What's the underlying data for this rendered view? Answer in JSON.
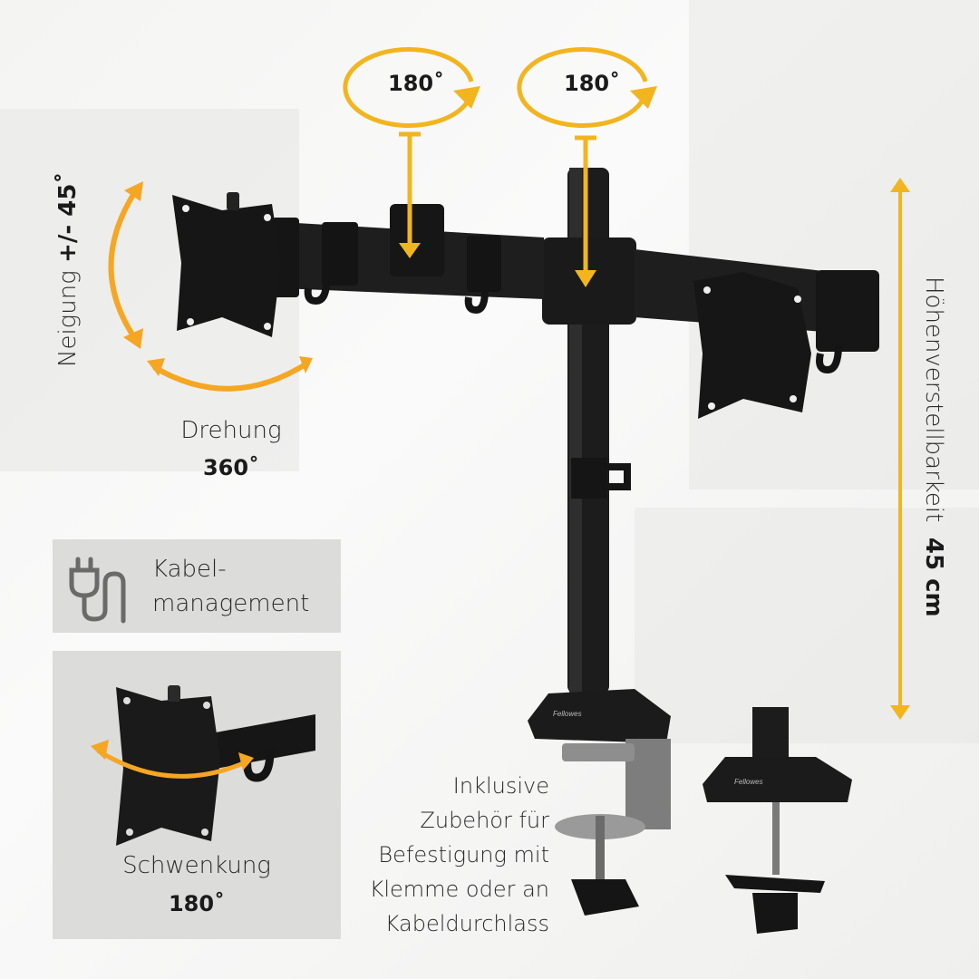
{
  "accent_color": "#f2b51f",
  "rotation_labels": {
    "left_arm_rotation": "180˚",
    "center_arm_rotation": "180˚"
  },
  "tilt": {
    "label": "Neigung",
    "value": "+/- 45˚"
  },
  "rotation": {
    "label": "Drehung",
    "value": "360˚"
  },
  "cable_management": {
    "icon": "plug-cable-icon",
    "line1": "Kabel-",
    "line2": "management"
  },
  "swivel": {
    "label": "Schwenkung",
    "value": "180˚"
  },
  "height_adjust": {
    "label": "Höhenverstellbarkeit",
    "value": "45 cm"
  },
  "accessories_text": [
    "Inklusive",
    "Zubehör für",
    "Befestigung mit",
    "Klemme oder an",
    "Kabeldurchlass"
  ],
  "brand": "Fellowes"
}
